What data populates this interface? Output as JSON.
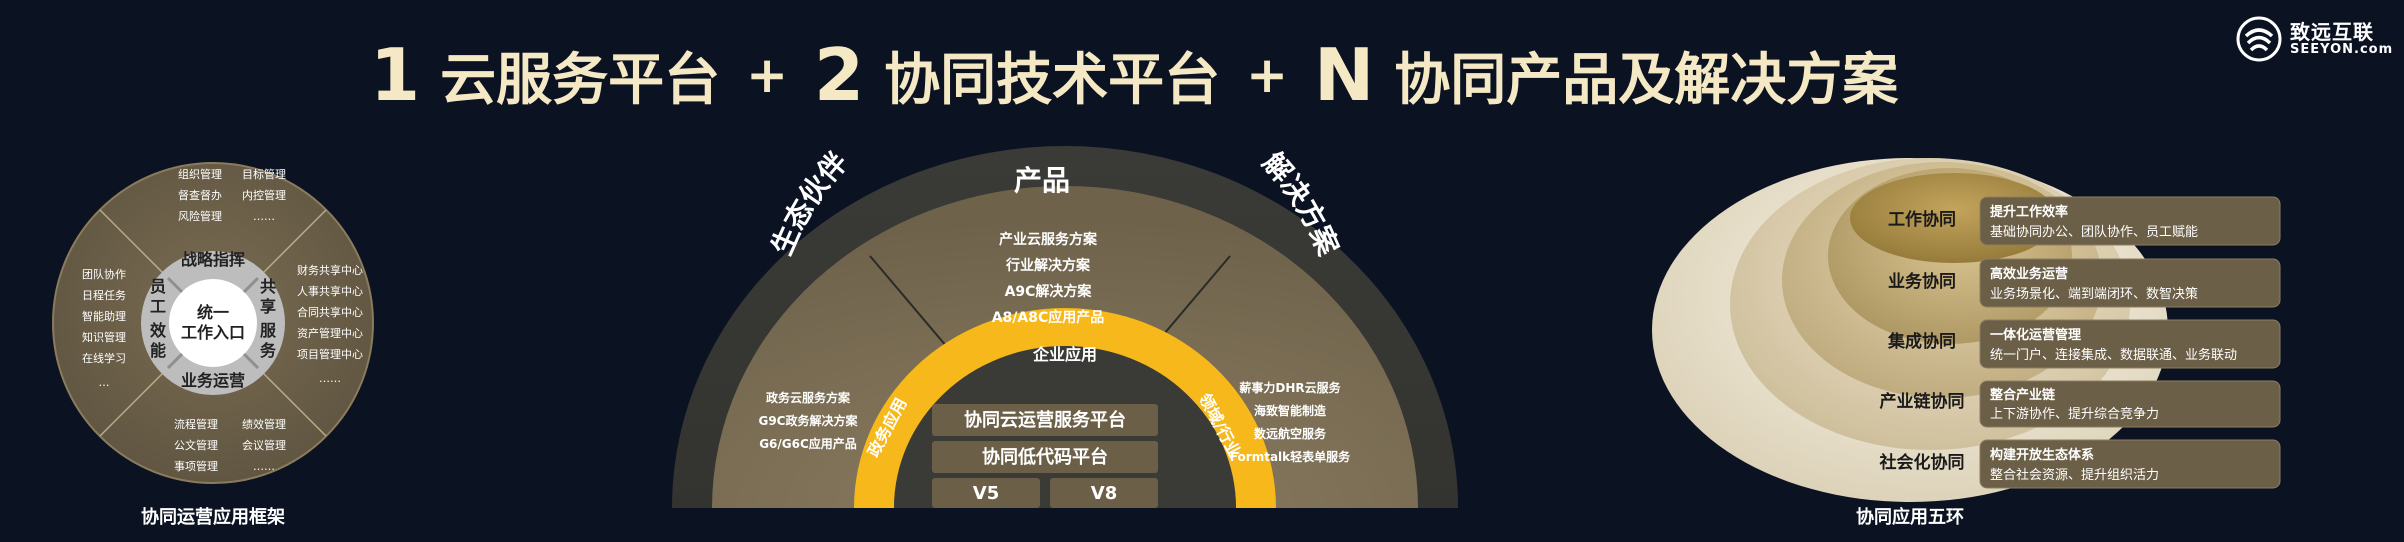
{
  "title": {
    "num1": "1",
    "part1": "云服务平台",
    "plus1": "+",
    "num2": "2",
    "part2": "协同技术平台",
    "plus2": "+",
    "num3": "N",
    "part3": "协同产品及解决方案"
  },
  "brand": {
    "name_cn": "致远互联",
    "name_en": "SEEYON.com",
    "icon": "seeyon-logo-icon"
  },
  "framework": {
    "caption": "协同运营应用框架",
    "center": [
      "统一",
      "工作入口"
    ],
    "ring": {
      "top": "战略指挥",
      "bottom": "业务运营",
      "left": "员工效能",
      "right": "共享服务"
    },
    "top_left": [
      "组织管理",
      "督查督办",
      "风险管理"
    ],
    "top_right": [
      "目标管理",
      "内控管理",
      "……"
    ],
    "left": [
      "团队协作",
      "日程任务",
      "智能助理",
      "知识管理",
      "在线学习",
      "…"
    ],
    "right": [
      "财务共享中心",
      "人事共享中心",
      "合同共享中心",
      "资产管理中心",
      "项目管理中心",
      "……"
    ],
    "bottom_left": [
      "流程管理",
      "公文管理",
      "事项管理"
    ],
    "bottom_right": [
      "绩效管理",
      "会议管理",
      "……"
    ]
  },
  "arch": {
    "top_labels": {
      "left": "生态伙伴",
      "center": "产品",
      "right": "解决方案"
    },
    "center_items": [
      "产业云服务方案",
      "行业解决方案",
      "A9C解决方案",
      "A8/A8C应用产品"
    ],
    "left_items": [
      "政务云服务方案",
      "G9C政务解决方案",
      "G6/G6C应用产品"
    ],
    "right_items": [
      "薪事力DHR云服务",
      "海致智能制造",
      "数远航空服务",
      "Formtalk轻表单服务"
    ],
    "band": {
      "left": "政务应用",
      "center": "企业应用",
      "right": "领域/行业"
    },
    "platforms": [
      "协同云运营服务平台",
      "协同低代码平台"
    ],
    "versions": [
      "V5",
      "V8"
    ]
  },
  "rings": {
    "caption": "协同应用五环",
    "levels": [
      {
        "name": "工作协同",
        "title": "提升工作效率",
        "desc": "基础协同办公、团队协作、员工赋能"
      },
      {
        "name": "业务协同",
        "title": "高效业务运营",
        "desc": "业务场景化、端到端闭环、数智决策"
      },
      {
        "name": "集成协同",
        "title": "一体化运营管理",
        "desc": "统一门户、连接集成、数据联通、业务联动"
      },
      {
        "name": "产业链协同",
        "title": "整合产业链",
        "desc": "上下游协作、提升综合竞争力"
      },
      {
        "name": "社会化协同",
        "title": "构建开放生态体系",
        "desc": "整合社会资源、提升组织活力"
      }
    ]
  },
  "colors": {
    "background": "#0b1222",
    "title": "#f5e8c5",
    "accent": "#f6b81a",
    "wheel": "#6b5f46",
    "arch_outer": "#3c3c37",
    "arch_inner": "#7a6d55",
    "panel": "#6c5f47"
  }
}
